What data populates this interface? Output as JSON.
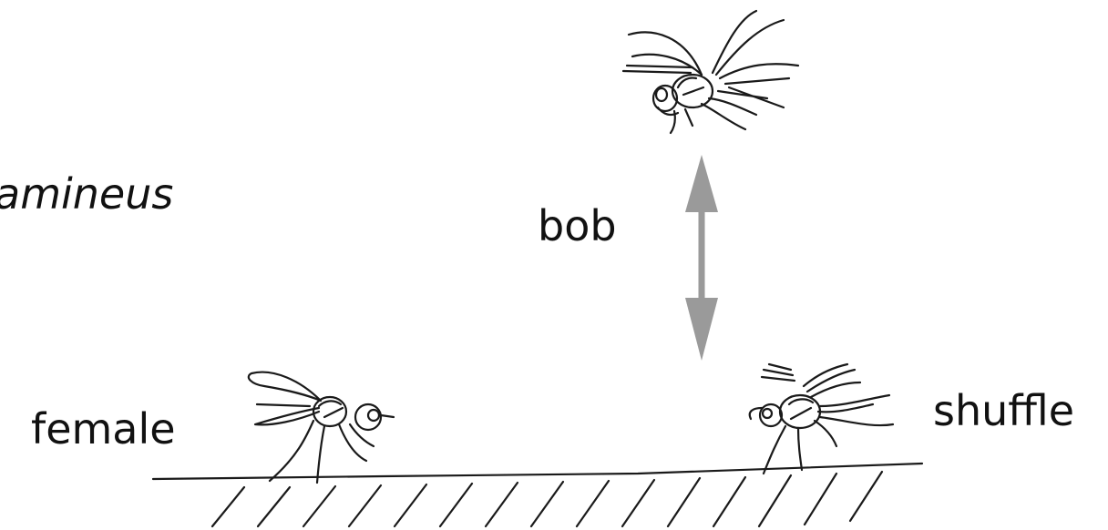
{
  "labels": {
    "species": "amineus",
    "bob": "bob",
    "female": "female",
    "shuffle": "shuffle"
  },
  "colors": {
    "ink": "#1a1a1a",
    "arrow": "#9a9a9a",
    "background": "#ffffff"
  }
}
